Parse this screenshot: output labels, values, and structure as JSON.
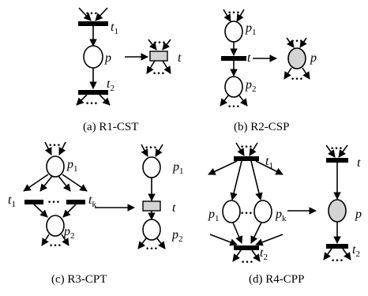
{
  "panels": [
    {
      "caption": "(a) R1-CST"
    },
    {
      "caption": "(b) R2-CSP"
    },
    {
      "caption": "(c) R3-CPT"
    },
    {
      "caption": "(d) R4-CPP"
    }
  ],
  "labels": {
    "a": {
      "t1": "t",
      "t1_sub": "1",
      "p": "p",
      "t2": "t",
      "t2_sub": "2",
      "t": "t"
    },
    "b": {
      "p1": "p",
      "p1_sub": "1",
      "t": "t",
      "p2": "p",
      "p2_sub": "2",
      "p": "p"
    },
    "c": {
      "p1": "p",
      "p1_sub": "1",
      "t1": "t",
      "t1_sub": "1",
      "tk": "t",
      "tk_sub": "k",
      "p2": "p",
      "p2_sub": "2",
      "rp1": "p",
      "rp1_sub": "1",
      "rt": "t",
      "rp2": "p",
      "rp2_sub": "2"
    },
    "d": {
      "t1": "t",
      "t1_sub": "1",
      "p1": "p",
      "p1_sub": "1",
      "pk": "p",
      "pk_sub": "k",
      "t2": "t",
      "t2_sub": "2",
      "rt": "t",
      "rp": "p",
      "rt2": "t",
      "rt2_sub": "2"
    }
  },
  "dots": "…",
  "colors": {
    "fill_gray": "#d4d4d4",
    "stroke": "#000000"
  }
}
